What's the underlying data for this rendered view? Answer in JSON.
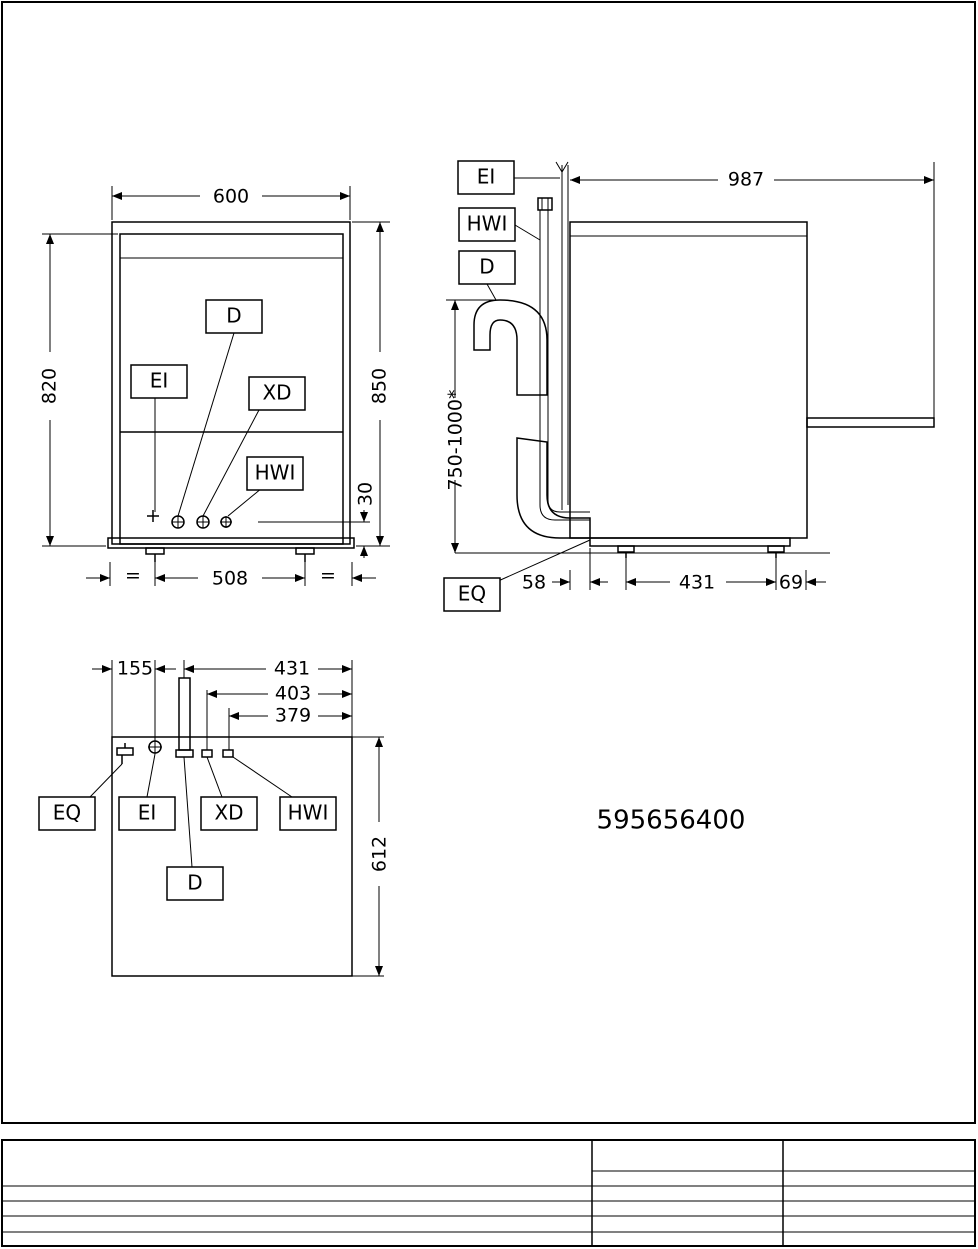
{
  "labels": {
    "ei": "EI",
    "d": "D",
    "xd": "XD",
    "hwi": "HWI",
    "eq": "EQ"
  },
  "dimensions": {
    "front_width": "600",
    "front_height_inner": "820",
    "front_height_total": "850",
    "front_foot_spacing": "508",
    "front_equal": "=",
    "front_offset": "30",
    "side_depth": "987",
    "side_drain_height": "750-1000*",
    "side_offset": "58",
    "side_feet": "431",
    "side_rear": "69",
    "top_offset_ei": "155",
    "top_d": "431",
    "top_xd": "403",
    "top_hwi": "379",
    "top_depth": "612"
  },
  "model_code": "595656400",
  "colors": {
    "line": "#000000",
    "background": "#ffffff"
  }
}
